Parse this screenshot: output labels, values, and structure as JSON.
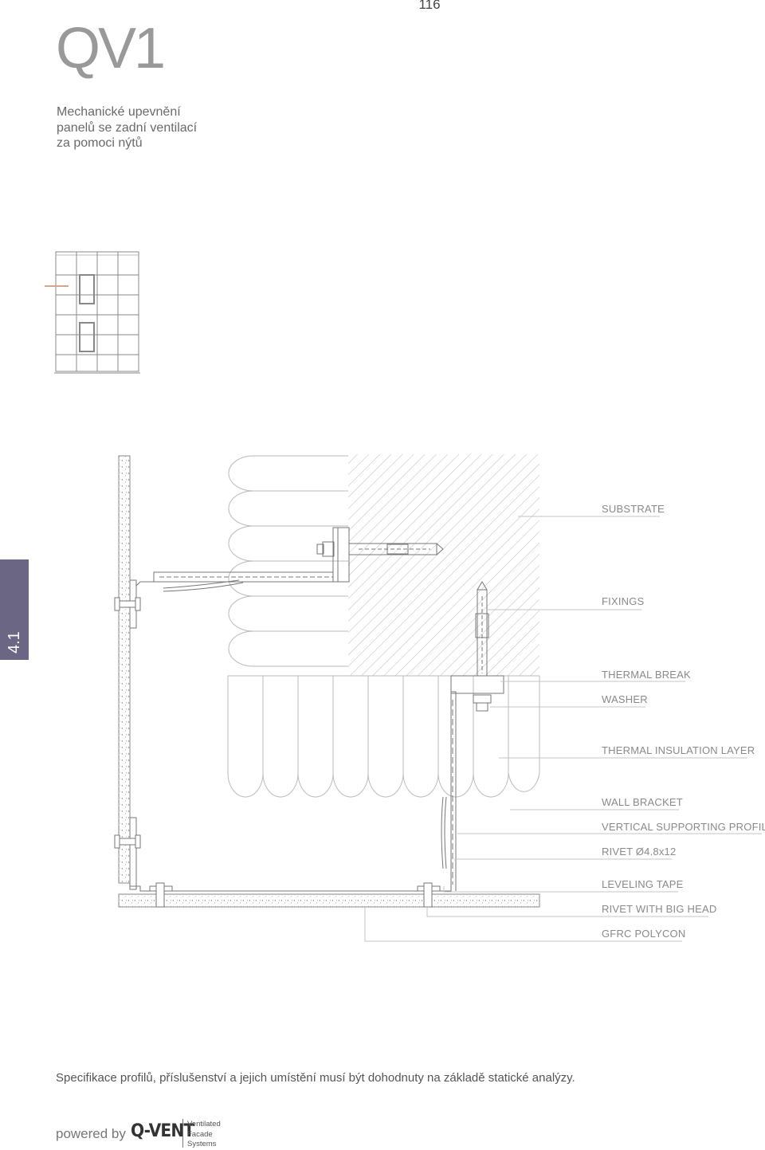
{
  "page": {
    "number": "116",
    "code": "QV1",
    "subtitle_lines": [
      "Mechanické upevnění",
      "panelů se zadní ventilací",
      "za pomoci nýtů"
    ],
    "section_tab": "4.1"
  },
  "labels": [
    "SUBSTRATE",
    "FIXINGS",
    "THERMAL BREAK",
    "WASHER",
    "THERMAL INSULATION LAYER",
    "WALL BRACKET",
    "VERTICAL SUPPORTING PROFILE",
    "RIVET Ø4.8x12",
    "LEVELING TAPE",
    "RIVET WITH BIG HEAD",
    "GFRC POLYCON"
  ],
  "note": "Specifikace profilů, příslušenství a jejich umístění musí být dohodnuty na základě statické analýzy.",
  "footer": {
    "powered_by": "powered by",
    "logo": "Q-VENT",
    "tagline_lines": [
      "Ventilated",
      "Facade",
      "Systems"
    ]
  },
  "colors": {
    "tab": "#6b6684",
    "line": "#9a9a9a",
    "accent_marker": "#d9a58a"
  }
}
